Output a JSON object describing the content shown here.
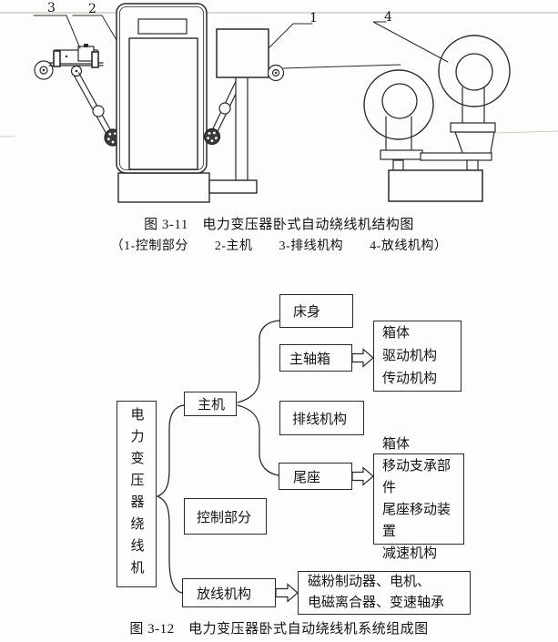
{
  "figure_structure": {
    "caption": "图 3-11　电力变压器卧式自动绕线机结构图",
    "legend": "（1-控制部分　　2-主机　　3-排线机构　　4-放线机构）",
    "part_labels": {
      "control": "1",
      "main": "2",
      "traverse": "3",
      "payoff": "4"
    }
  },
  "figure_system": {
    "caption": "图 3-12　电力变压器卧式自动绕线机系统组成图",
    "root": "电力变压器绕线机",
    "main_unit": "主机",
    "control_part": "控制部分",
    "payoff_mech": "放线机构",
    "bed": "床身",
    "headstock": "主轴箱",
    "traverse_mech": "排线机构",
    "tailstock": "尾座",
    "headstock_parts": [
      "箱体",
      "驱动机构",
      "传动机构"
    ],
    "tailstock_parts": [
      "箱体",
      "移动支承部件",
      "尾座移动装置",
      "减速机构"
    ],
    "payoff_parts": [
      "磁粉制动器、电机、",
      "电磁离合器、变速轴承"
    ]
  }
}
